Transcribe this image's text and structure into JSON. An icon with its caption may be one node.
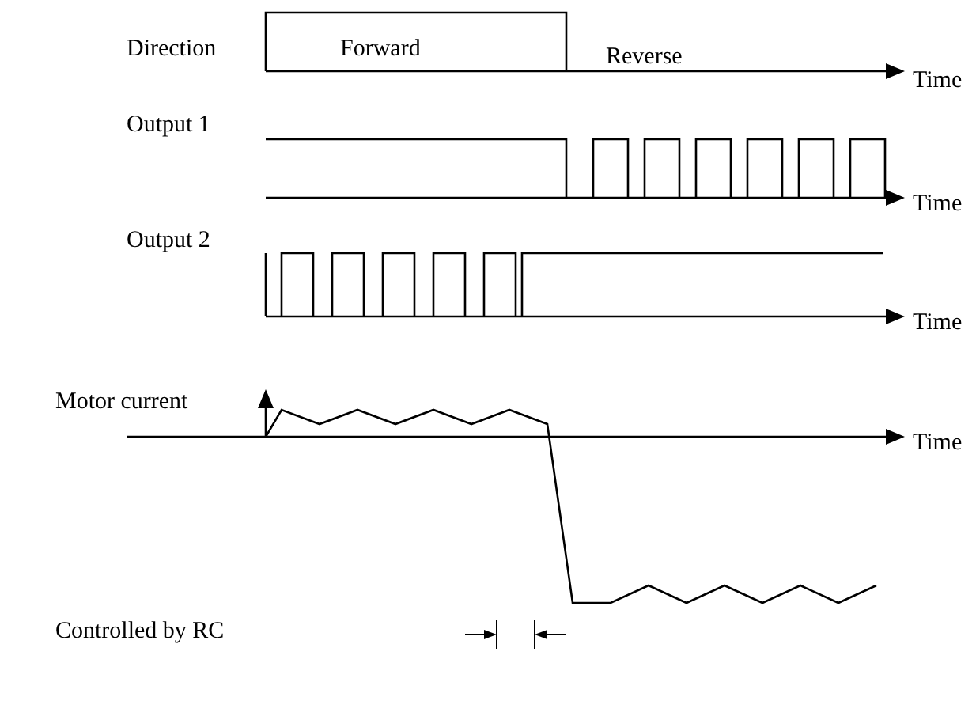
{
  "diagram": {
    "labels": [
      "Direction",
      "Forward",
      "Reverse",
      "Time",
      "Output 1",
      "Time",
      "Output 2",
      "Time",
      "Motor current",
      "Time",
      "Controlled by RC"
    ]
  }
}
